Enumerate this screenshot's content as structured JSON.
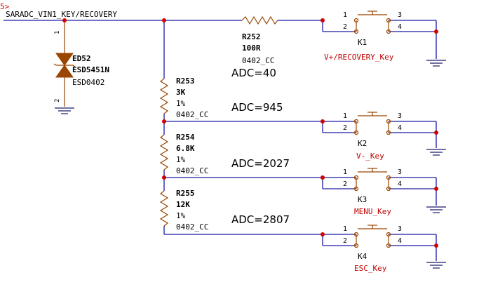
{
  "net": {
    "offpage_marker": "5>",
    "name": "SARADC_VIN1_KEY/RECOVERY"
  },
  "diode": {
    "ref": "ED52",
    "value": "ESD5451N",
    "footprint": "ESD0402",
    "pin_top": "1",
    "pin_bottom": "2"
  },
  "resistors": [
    {
      "ref": "R252",
      "value": "100R",
      "tolerance": "",
      "footprint": "0402_CC"
    },
    {
      "ref": "R253",
      "value": "3K",
      "tolerance": "1%",
      "footprint": "0402_CC"
    },
    {
      "ref": "R254",
      "value": "6.8K",
      "tolerance": "1%",
      "footprint": "0402_CC"
    },
    {
      "ref": "R255",
      "value": "12K",
      "tolerance": "1%",
      "footprint": "0402_CC"
    }
  ],
  "adc_levels": [
    "ADC=40",
    "ADC=945",
    "ADC=2027",
    "ADC=2807"
  ],
  "keys": [
    {
      "ref": "K1",
      "name": "V+/RECOVERY_Key",
      "pins": [
        "1",
        "2",
        "3",
        "4"
      ]
    },
    {
      "ref": "K2",
      "name": "V-_Key",
      "pins": [
        "1",
        "2",
        "3",
        "4"
      ]
    },
    {
      "ref": "K3",
      "name": "MENU_Key",
      "pins": [
        "1",
        "2",
        "3",
        "4"
      ]
    },
    {
      "ref": "K4",
      "name": "ESC_Key",
      "pins": [
        "1",
        "2",
        "3",
        "4"
      ]
    }
  ],
  "colors": {
    "wire": "#1a1aa0",
    "component": "#9a4500",
    "junction": "#d40000",
    "key_label": "#c00000",
    "offpage_marker": "#d40000"
  }
}
